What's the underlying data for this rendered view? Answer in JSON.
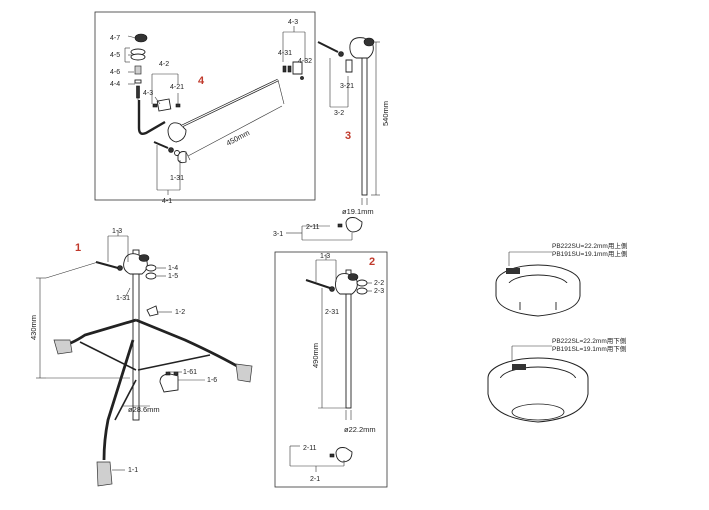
{
  "section_numbers": {
    "s1": "1",
    "s2": "2",
    "s3": "3",
    "s4": "4"
  },
  "parts": {
    "p1_1": "1-1",
    "p1_2": "1-2",
    "p1_3": "1-3",
    "p1_4": "1-4",
    "p1_5": "1-5",
    "p1_6": "1-6",
    "p1_31": "1-31",
    "p1_61": "1-61",
    "p2_1": "2-1",
    "p2_2": "2-2",
    "p2_3": "2-3",
    "p2_11": "2-11",
    "p2_31": "2-31",
    "p2_1_3": "1-3",
    "p3_1": "3-1",
    "p3_2": "3-2",
    "p3_11": "2-11",
    "p3_21": "3-21",
    "p4_1": "4-1",
    "p4_2": "4-2",
    "p4_3a": "4-3",
    "p4_3b": "4-3",
    "p4_4": "4-4",
    "p4_5": "4-5",
    "p4_6": "4-6",
    "p4_7": "4-7",
    "p4_21": "4-21",
    "p4_31a": "4-31",
    "p4_31b": "1-31",
    "p4_32": "4-32"
  },
  "dimensions": {
    "d450": "450mm",
    "d540": "540mm",
    "d430": "430mm",
    "d490": "490mm",
    "dia191": "ø19.1mm",
    "dia286": "ø28.6mm",
    "dia222": "ø22.2mm"
  },
  "notes": {
    "upper_1": "PB222SU=22.2mm用上側",
    "upper_2": "PB191SU=19.1mm用上側",
    "lower_1": "PB222SL=22.2mm用下側",
    "lower_2": "PB191SL=19.1mm用下側"
  }
}
